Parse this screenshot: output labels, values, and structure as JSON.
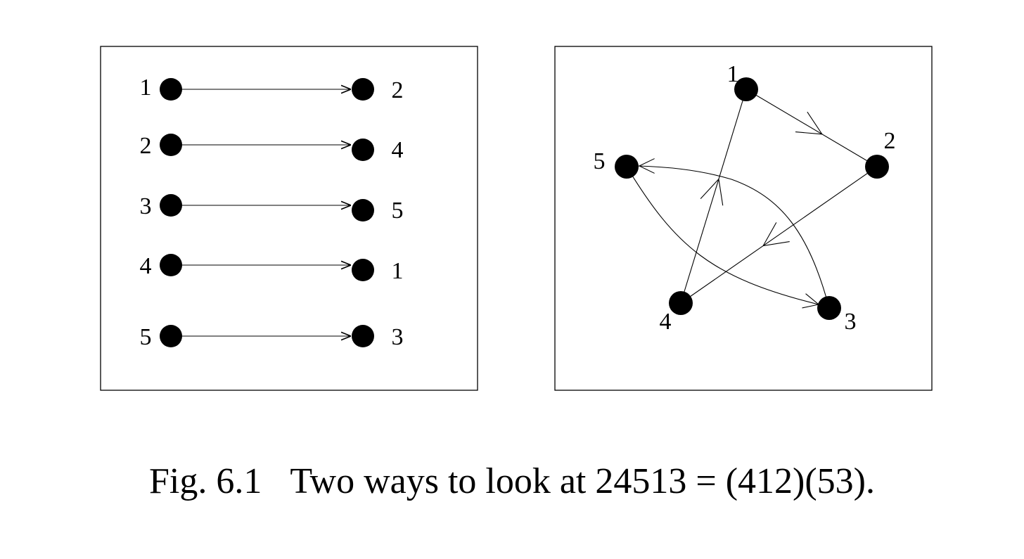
{
  "caption": {
    "label": "Fig. 6.1",
    "text": "Two ways to look at 24513 = (412)(53)."
  },
  "left_panel": {
    "edges": [
      {
        "from": "1",
        "to": "2"
      },
      {
        "from": "2",
        "to": "4"
      },
      {
        "from": "3",
        "to": "5"
      },
      {
        "from": "4",
        "to": "1"
      },
      {
        "from": "5",
        "to": "3"
      }
    ]
  },
  "right_panel": {
    "nodes": [
      "1",
      "2",
      "3",
      "4",
      "5"
    ],
    "edges": [
      {
        "from": "1",
        "to": "2"
      },
      {
        "from": "2",
        "to": "4"
      },
      {
        "from": "4",
        "to": "1"
      },
      {
        "from": "5",
        "to": "3"
      },
      {
        "from": "3",
        "to": "5"
      }
    ]
  },
  "colors": {
    "ink": "#000000",
    "background": "#ffffff"
  }
}
